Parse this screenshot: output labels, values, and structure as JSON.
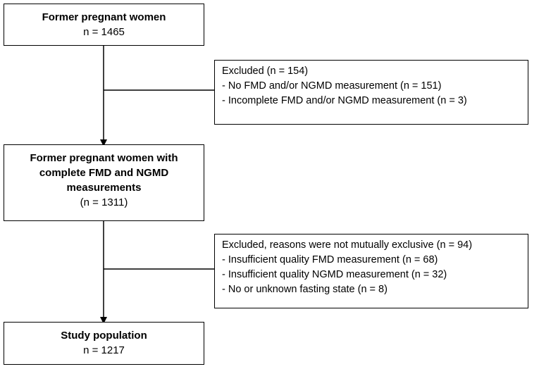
{
  "flow": {
    "box1": {
      "title": "Former pregnant women",
      "count": "n = 1465"
    },
    "exclusion1": {
      "header": "Excluded (n = 154)",
      "items": [
        "- No FMD and/or NGMD measurement (n = 151)",
        "- Incomplete FMD and/or NGMD measurement (n = 3)"
      ]
    },
    "box2": {
      "title_lines": [
        "Former pregnant women with",
        "complete FMD and NGMD",
        "measurements"
      ],
      "count": "(n = 1311)"
    },
    "exclusion2": {
      "header": "Excluded, reasons were not mutually exclusive (n = 94)",
      "items": [
        "- Insufficient quality FMD measurement (n = 68)",
        "- Insufficient quality NGMD measurement (n = 32)",
        "- No or unknown fasting state (n = 8)"
      ]
    },
    "box3": {
      "title": "Study population",
      "count": "n = 1217"
    }
  }
}
